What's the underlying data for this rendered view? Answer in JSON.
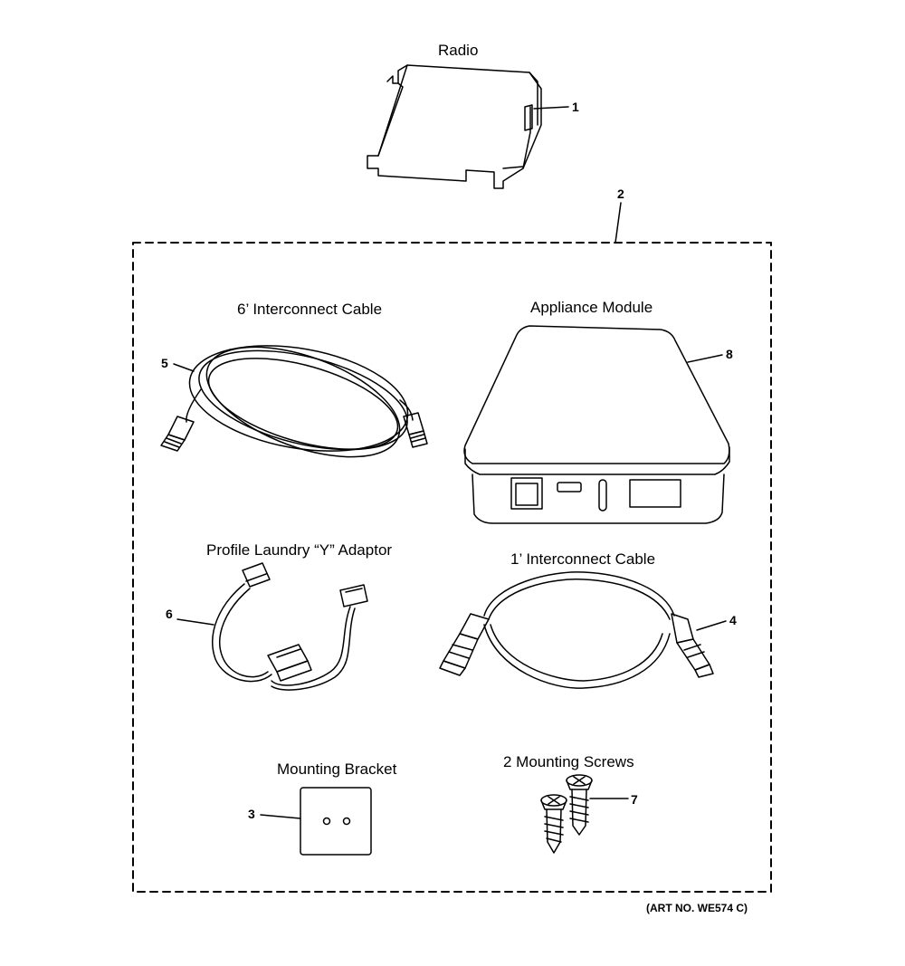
{
  "labels": {
    "radio": "Radio",
    "interconnect_6ft": "6’ Interconnect Cable",
    "appliance_module": "Appliance Module",
    "y_adaptor": "Profile Laundry “Y” Adaptor",
    "interconnect_1ft": "1’ Interconnect Cable",
    "mounting_bracket": "Mounting Bracket",
    "mounting_screws": "2 Mounting Screws"
  },
  "callouts": {
    "c1": "1",
    "c2": "2",
    "c3": "3",
    "c4": "4",
    "c5": "5",
    "c6": "6",
    "c7": "7",
    "c8": "8"
  },
  "art_number": "(ART NO. WE574 C)"
}
